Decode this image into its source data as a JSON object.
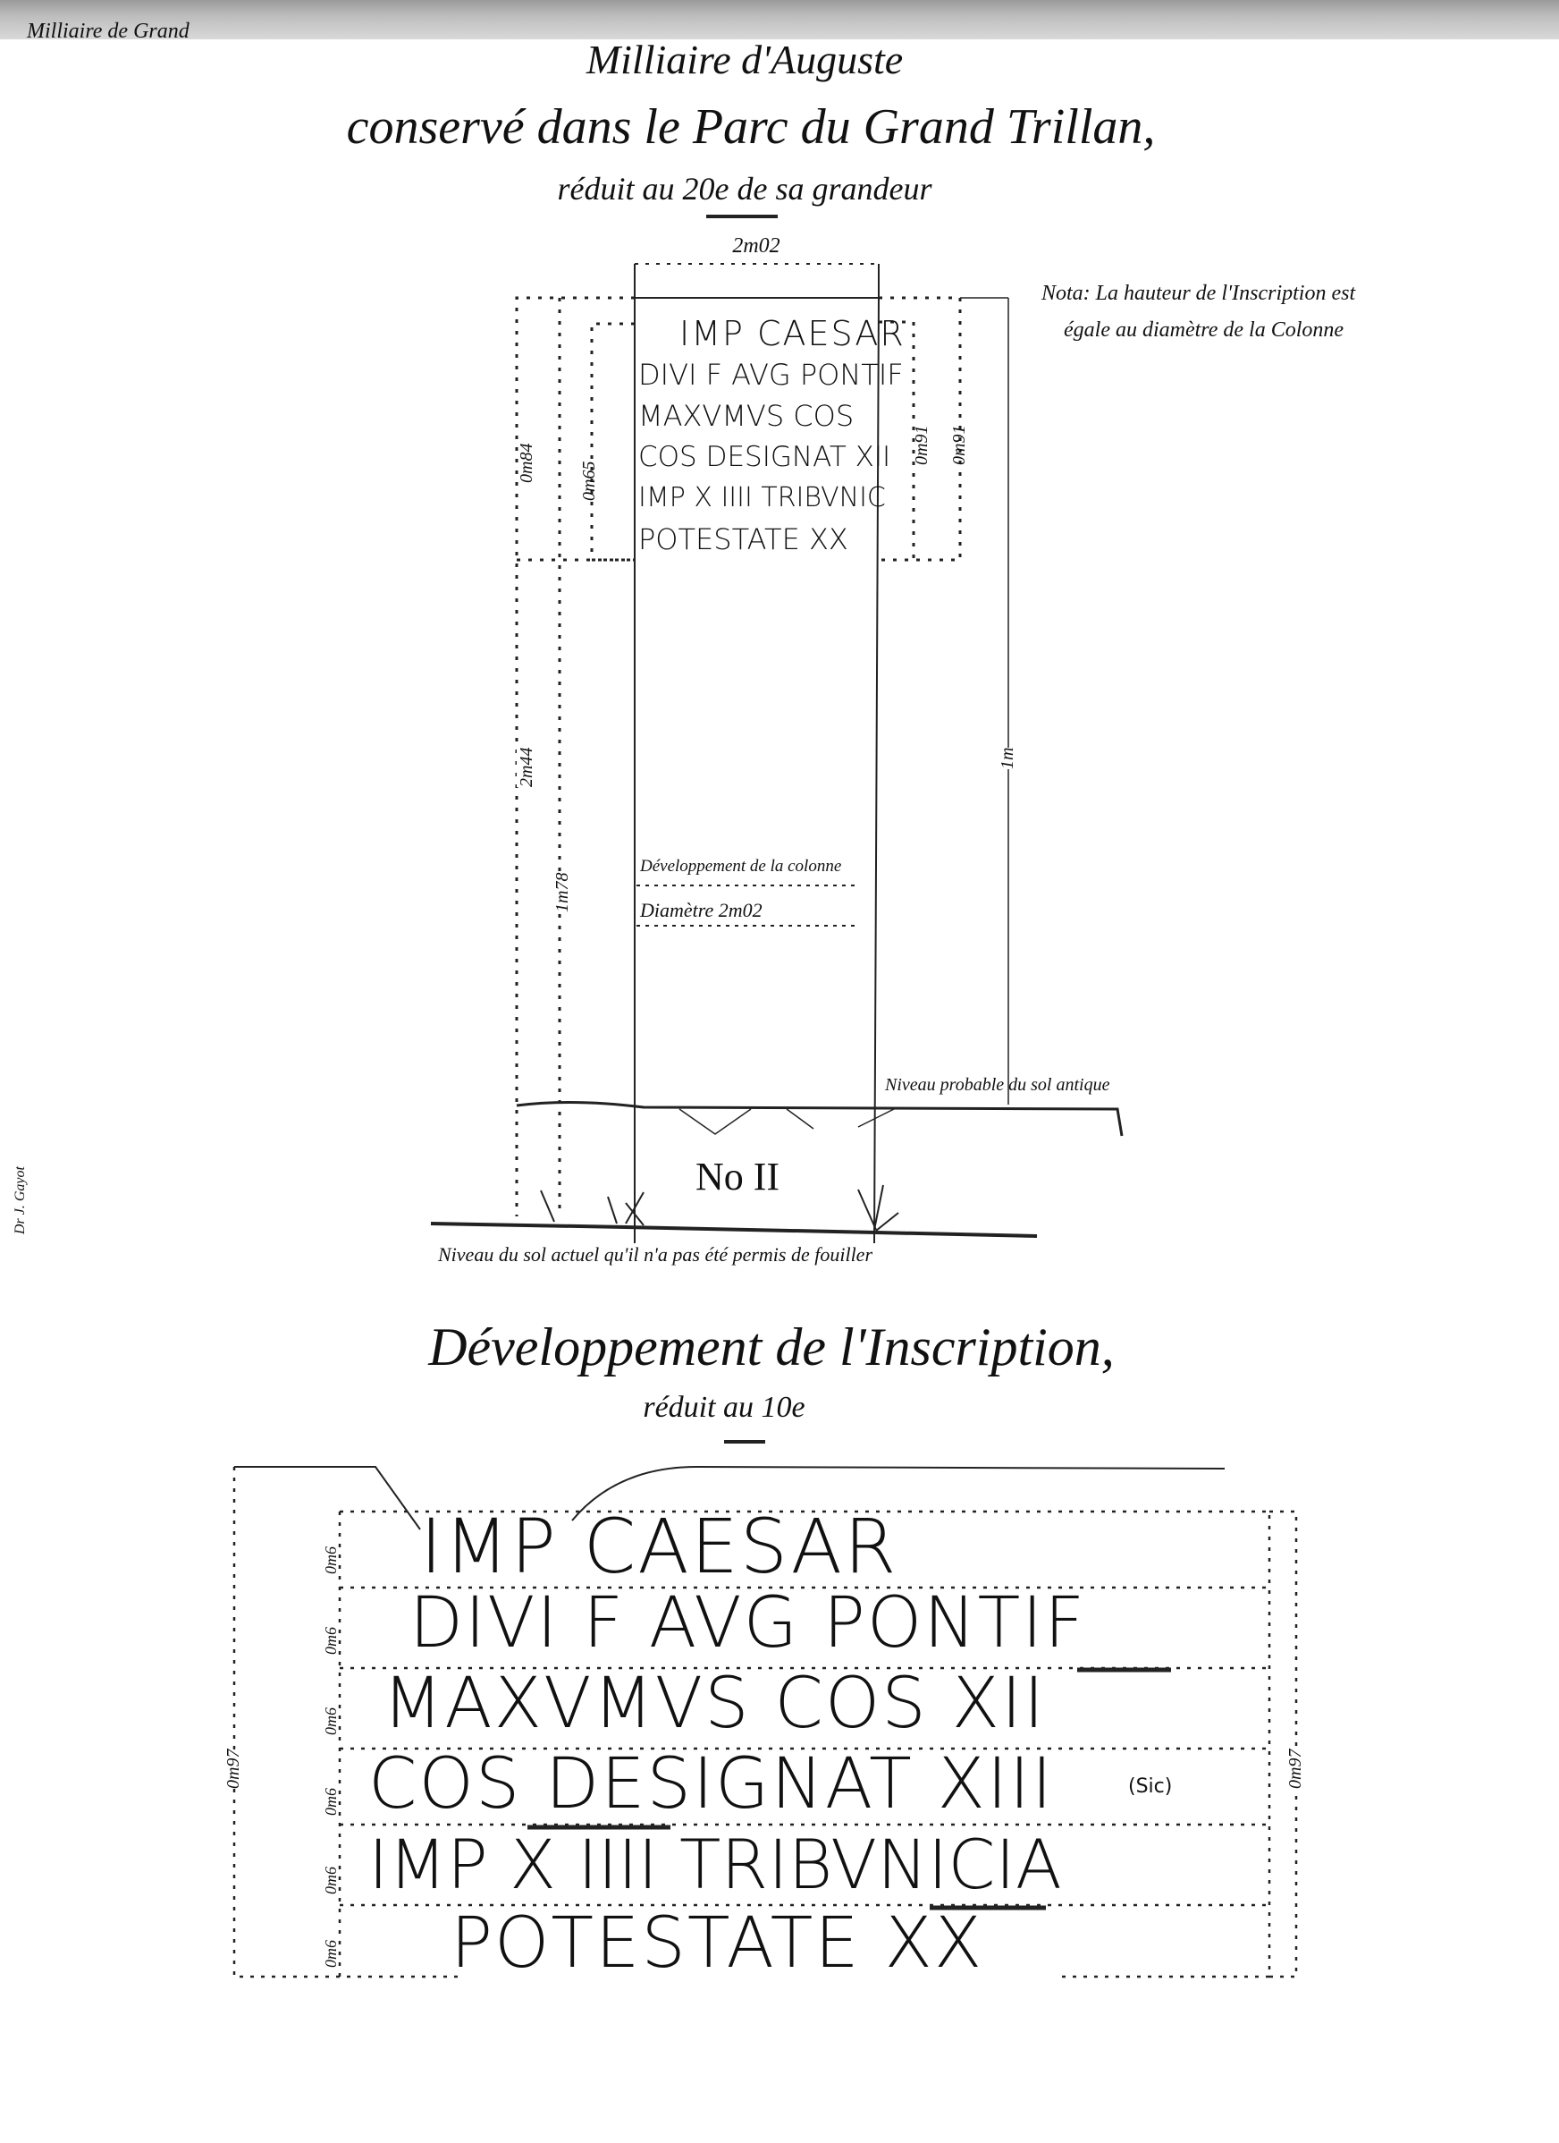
{
  "corner_note": "Milliaire de Grand",
  "margin_note": "Dr J. Gayot",
  "title": {
    "line1": "Milliaire d'Auguste",
    "line2": "conservé dans le Parc du Grand Trillan,",
    "line3": "réduit au 20e de sa grandeur"
  },
  "note": {
    "line1": "Nota: La hauteur de l'Inscription est",
    "line2": "égale au diamètre de la Colonne"
  },
  "elevation": {
    "top_width": "2m02",
    "left_outer": "0m84",
    "left_inner": "0m65",
    "right_inner": "0m91",
    "right_outer": "0m91",
    "left_total": "2m44",
    "left_shaft": "1m78",
    "right_total": "1m",
    "inscription": [
      "IMP CAESAR",
      "DIVI F AVG PONTIF",
      "MAXVMVS COS",
      "COS DESIGNAT XII",
      "IMP X IIII TRIBVNIC",
      "POTESTATE XX"
    ],
    "shaft_label1": "Développement de la colonne",
    "shaft_label2": "Diamètre 2m02",
    "ancient_ground": "Niveau probable du sol antique",
    "number": "No II",
    "current_ground": "Niveau du sol actuel qu'il n'a pas été permis de fouiller"
  },
  "development": {
    "title": "Développement de l'Inscription,",
    "subtitle": "réduit au 10e",
    "lines": [
      "IMP CAESAR",
      "DIVI F AVG PONTIF",
      "MAXVMVS COS XII",
      "COS DESIGNAT XIII",
      "IMP X IIII TRIBVNICIA",
      "POTESTATE XX"
    ],
    "sic": "(Sic)",
    "row_label": "0m6",
    "left_total": "0m97",
    "right_total": "0m97"
  }
}
